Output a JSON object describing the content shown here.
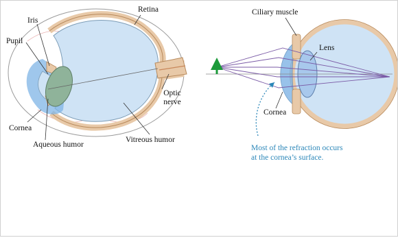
{
  "left_diagram": {
    "labels": {
      "retina": "Retina",
      "iris": "Iris",
      "pupil": "Pupil",
      "optic_nerve_1": "Optic",
      "optic_nerve_2": "nerve",
      "cornea": "Cornea",
      "aqueous_humor": "Aqueous humor",
      "vitreous_humor": "Vitreous humor"
    }
  },
  "right_diagram": {
    "labels": {
      "ciliary_muscle": "Ciliary muscle",
      "lens": "Lens",
      "cornea": "Cornea"
    },
    "note_line_1": "Most of the refraction occurs",
    "note_line_2": "at the cornea’s surface."
  },
  "colors": {
    "humor_fill": "#cfe3f5",
    "sclera": "#e8c9a8",
    "sclera_stroke": "#b88a5c",
    "lens_green": "#8fb39a",
    "cornea_blue": "#7fb4e6",
    "ray": "#7a5aa6",
    "object_arrow": "#1c9a3a",
    "annotation": "#2a86b8"
  }
}
